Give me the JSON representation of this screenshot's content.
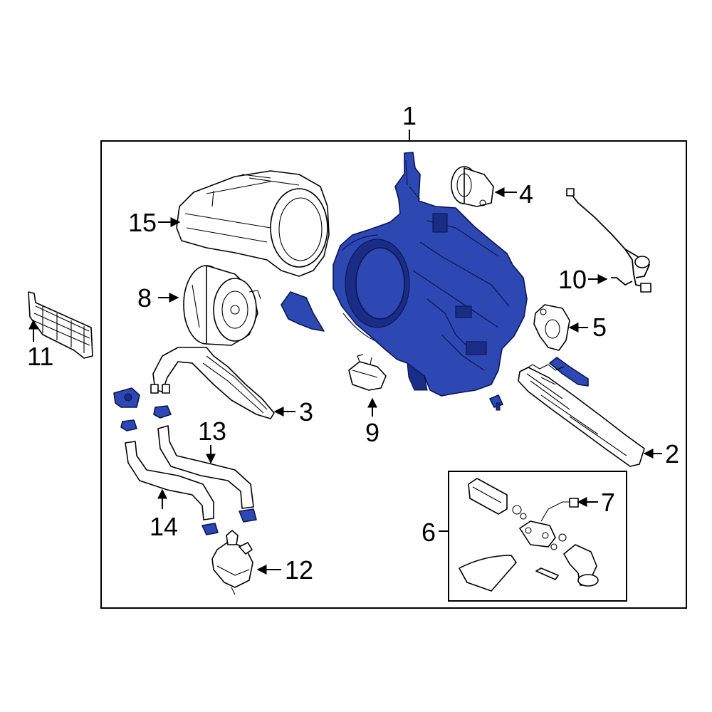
{
  "colors": {
    "highlight": "#2d47b3",
    "highlight_dark": "#1a2d86",
    "outline": "#000000",
    "background": "#ffffff"
  },
  "callouts": {
    "c1": "1",
    "c2": "2",
    "c3": "3",
    "c4": "4",
    "c5": "5",
    "c6": "6",
    "c7": "7",
    "c8": "8",
    "c9": "9",
    "c10": "10",
    "c11": "11",
    "c12": "12",
    "c13": "13",
    "c14": "14",
    "c15": "15"
  }
}
